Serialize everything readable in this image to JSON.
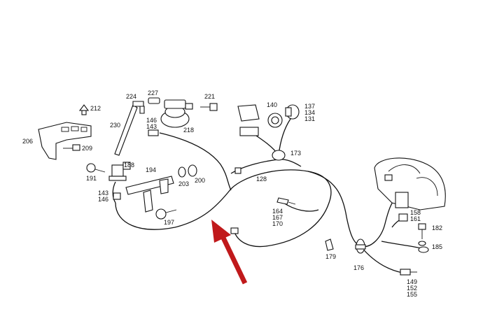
{
  "diagram": {
    "callouts": [
      {
        "id": "c212",
        "text": "212"
      },
      {
        "id": "c224",
        "text": "224"
      },
      {
        "id": "c227",
        "text": "227"
      },
      {
        "id": "c221",
        "text": "221"
      },
      {
        "id": "c140",
        "text": "140"
      },
      {
        "id": "c137",
        "text": "137"
      },
      {
        "id": "c134",
        "text": "134"
      },
      {
        "id": "c131",
        "text": "131"
      },
      {
        "id": "c230",
        "text": "230"
      },
      {
        "id": "c146a",
        "text": "146"
      },
      {
        "id": "c143a",
        "text": "143"
      },
      {
        "id": "c218",
        "text": "218"
      },
      {
        "id": "c206",
        "text": "206"
      },
      {
        "id": "c209",
        "text": "209"
      },
      {
        "id": "c173",
        "text": "173"
      },
      {
        "id": "c188",
        "text": "188"
      },
      {
        "id": "c194",
        "text": "194"
      },
      {
        "id": "c191",
        "text": "191"
      },
      {
        "id": "c203",
        "text": "203"
      },
      {
        "id": "c200",
        "text": "200"
      },
      {
        "id": "c128",
        "text": "128"
      },
      {
        "id": "c143b",
        "text": "143"
      },
      {
        "id": "c146b",
        "text": "146"
      },
      {
        "id": "c164",
        "text": "164"
      },
      {
        "id": "c167",
        "text": "167"
      },
      {
        "id": "c170",
        "text": "170"
      },
      {
        "id": "c197",
        "text": "197"
      },
      {
        "id": "c158",
        "text": "158"
      },
      {
        "id": "c161",
        "text": "161"
      },
      {
        "id": "c182",
        "text": "182"
      },
      {
        "id": "c185",
        "text": "185"
      },
      {
        "id": "c179",
        "text": "179"
      },
      {
        "id": "c176",
        "text": "176"
      },
      {
        "id": "c149",
        "text": "149"
      },
      {
        "id": "c152",
        "text": "152"
      },
      {
        "id": "c155",
        "text": "155"
      }
    ],
    "arrow_color": "#c0191b"
  }
}
